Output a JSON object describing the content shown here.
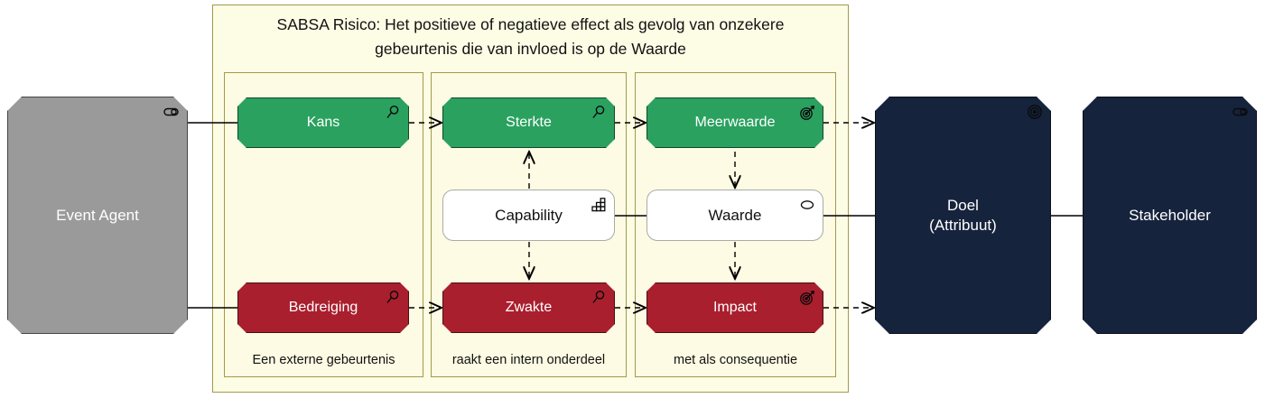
{
  "diagram": {
    "title": "SABSA Risico: Het positieve of negatieve effect als gevolg van onzekere\ngebeurtenis die van invloed is op de Waarde",
    "colors": {
      "group_fill": "#fdfce5",
      "group_border": "#a39a4a",
      "subgroup_fill": "#fdfbe3",
      "green": "#2aa15f",
      "red": "#a91f2e",
      "grey": "#9a9a9a",
      "navy": "#16233c",
      "white": "#ffffff"
    }
  },
  "subgroups": [
    {
      "caption": "Een externe gebeurtenis"
    },
    {
      "caption": "raakt een intern onderdeel"
    },
    {
      "caption": "met als consequentie"
    }
  ],
  "nodes": {
    "event_agent": {
      "label": "Event Agent",
      "icon": "role-icon",
      "color": "#9a9a9a"
    },
    "kans": {
      "label": "Kans",
      "icon": "assessment-magnifier-icon",
      "color": "#2aa15f"
    },
    "sterkte": {
      "label": "Sterkte",
      "icon": "assessment-magnifier-icon",
      "color": "#2aa15f"
    },
    "meerwaarde": {
      "label": "Meerwaarde",
      "icon": "outcome-target-icon",
      "color": "#2aa15f"
    },
    "capability": {
      "label": "Capability",
      "icon": "capability-blocks-icon",
      "color": "#ffffff"
    },
    "waarde": {
      "label": "Waarde",
      "icon": "value-ellipse-icon",
      "color": "#ffffff"
    },
    "bedreiging": {
      "label": "Bedreiging",
      "icon": "assessment-magnifier-icon",
      "color": "#a91f2e"
    },
    "zwakte": {
      "label": "Zwakte",
      "icon": "assessment-magnifier-icon",
      "color": "#a91f2e"
    },
    "impact": {
      "label": "Impact",
      "icon": "outcome-target-icon",
      "color": "#a91f2e"
    },
    "doel": {
      "label": "Doel\n(Attribuut)",
      "icon": "goal-circles-icon",
      "color": "#16233c"
    },
    "stakeholder": {
      "label": "Stakeholder",
      "icon": "role-icon",
      "color": "#16233c"
    }
  }
}
